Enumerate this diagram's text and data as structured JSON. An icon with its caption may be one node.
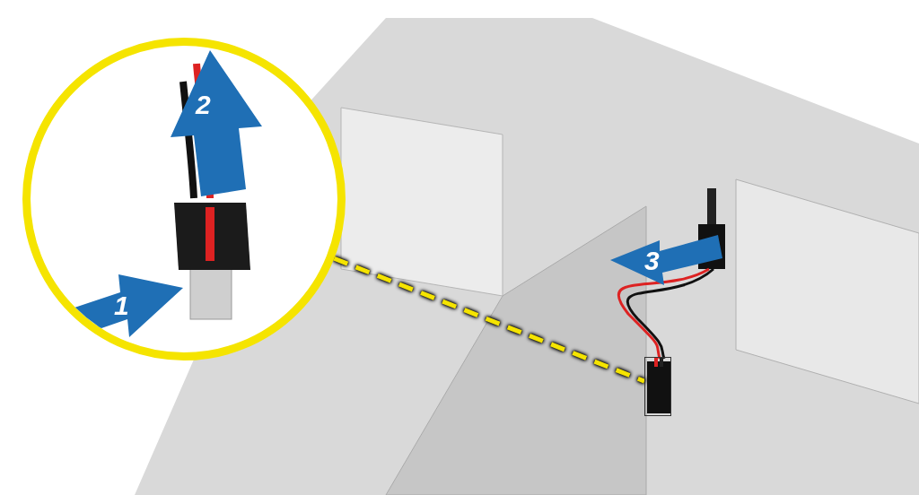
{
  "diagram": {
    "nodes": [
      {
        "text": [],
        "shape": "circle"
      },
      {
        "text": [],
        "shape": "box"
      }
    ],
    "edges": [
      {
        "from": 0,
        "to": 1,
        "arrow": "none",
        "style": "dashed"
      }
    ],
    "labels": [
      "2",
      "1",
      "3"
    ]
  }
}
